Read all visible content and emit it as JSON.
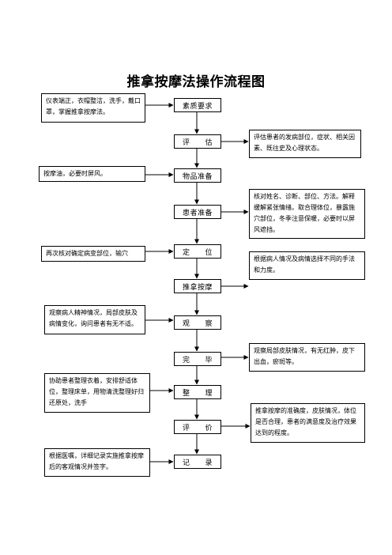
{
  "title": "推拿按摩法操作流程图",
  "steps": [
    {
      "label": "素质要求"
    },
    {
      "label": "评　　估"
    },
    {
      "label": "物品准备"
    },
    {
      "label": "患者准备"
    },
    {
      "label": "定　　位"
    },
    {
      "label": "推拿按摩"
    },
    {
      "label": "观　　察"
    },
    {
      "label": "完　　毕"
    },
    {
      "label": "整　　理"
    },
    {
      "label": "评　　价"
    },
    {
      "label": "记　　录"
    }
  ],
  "notes": {
    "quality": "仪表端正，衣帽整洁，洗手，戴口罩，掌握推拿按摩法。",
    "assess": "评估患者的发病部位，症状、相关因素、既往史及心理状态。",
    "items": "按摩油，必要时屏风。",
    "patient": "核对姓名、诊断、部位、方法。解释缓解紧张情绪。取合理体位，暴露施穴部位，冬季注意保暖，必要时以屏风遮挡。",
    "locate": "再次核对确定病变部位，输穴",
    "massage": "根据病人情况及病情选择不同的手法和力度。",
    "observe": "观察病人精神情况，局部皮肤及病情变化，询问患者有无不适。",
    "finish": "观察局部皮肤情况，有无红肿，皮下出血，瘀斑等。",
    "tidy": "协助患者整理衣着，安排舒适体位，整理床单，用物清洗整理好归还原处，洗手",
    "evaluate": "推拿按摩的准确度，皮肤情况，体位是否合理，患者的满意度及治疗效果达到的程度。",
    "record": "根据医嘱，详细记录实施推拿按摩后的客观情况并签字。"
  }
}
